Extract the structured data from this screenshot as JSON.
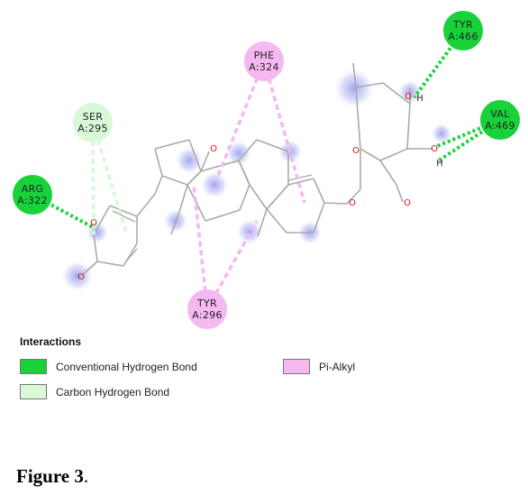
{
  "colors": {
    "conventional_hbond": "#19d23a",
    "carbon_hbond": "#d8f8d8",
    "pi_alkyl": "#f5b8f1",
    "bond": "#aaaaaa",
    "oxygen": "#dd1111",
    "halo": "#9aa0ee"
  },
  "residues": [
    {
      "id": "tyr466",
      "name": "TYR",
      "chain": "A:466",
      "type": "conventional_hbond"
    },
    {
      "id": "val469",
      "name": "VAL",
      "chain": "A:469",
      "type": "conventional_hbond"
    },
    {
      "id": "phe324",
      "name": "PHE",
      "chain": "A:324",
      "type": "pi_alkyl"
    },
    {
      "id": "ser295",
      "name": "SER",
      "chain": "A:295",
      "type": "carbon_hbond"
    },
    {
      "id": "arg322",
      "name": "ARG",
      "chain": "A:322",
      "type": "conventional_hbond"
    },
    {
      "id": "tyr296",
      "name": "TYR",
      "chain": "A:296",
      "type": "pi_alkyl"
    }
  ],
  "atom_labels": {
    "oxygen": "O",
    "hydrogen": "H"
  },
  "legend": {
    "title": "Interactions",
    "items": [
      {
        "key": "conventional_hbond",
        "label": "Conventional Hydrogen Bond"
      },
      {
        "key": "carbon_hbond",
        "label": "Carbon Hydrogen Bond"
      },
      {
        "key": "pi_alkyl",
        "label": "Pi-Alkyl"
      }
    ]
  },
  "caption": {
    "label": "Figure 3",
    "suffix": "."
  }
}
